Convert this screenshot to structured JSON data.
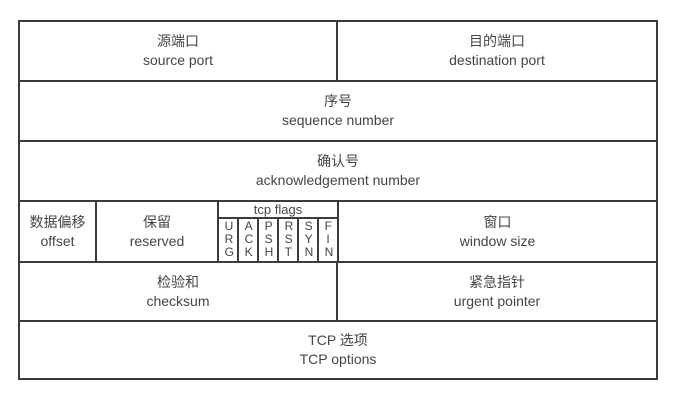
{
  "cells": {
    "source_port": {
      "zh": "源端口",
      "en": "source port"
    },
    "destination_port": {
      "zh": "目的端口",
      "en": "destination port"
    },
    "sequence_number": {
      "zh": "序号",
      "en": "sequence number"
    },
    "acknowledgement_number": {
      "zh": "确认号",
      "en": "acknowledgement number"
    },
    "data_offset": {
      "zh": "数据偏移",
      "en": "offset"
    },
    "reserved": {
      "zh": "保留",
      "en": "reserved"
    },
    "window_size": {
      "zh": "窗口",
      "en": "window size"
    },
    "checksum": {
      "zh": "检验和",
      "en": "checksum"
    },
    "urgent_pointer": {
      "zh": "紧急指针",
      "en": "urgent pointer"
    },
    "tcp_options": {
      "zh": "TCP 选项",
      "en": "TCP options"
    }
  },
  "flags": {
    "header": "tcp flags",
    "items": [
      "URG",
      "ACK",
      "PSH",
      "RST",
      "SYN",
      "FIN"
    ]
  },
  "colors": {
    "border": "#3b3b3b",
    "text": "#454545",
    "background": "#ffffff"
  }
}
